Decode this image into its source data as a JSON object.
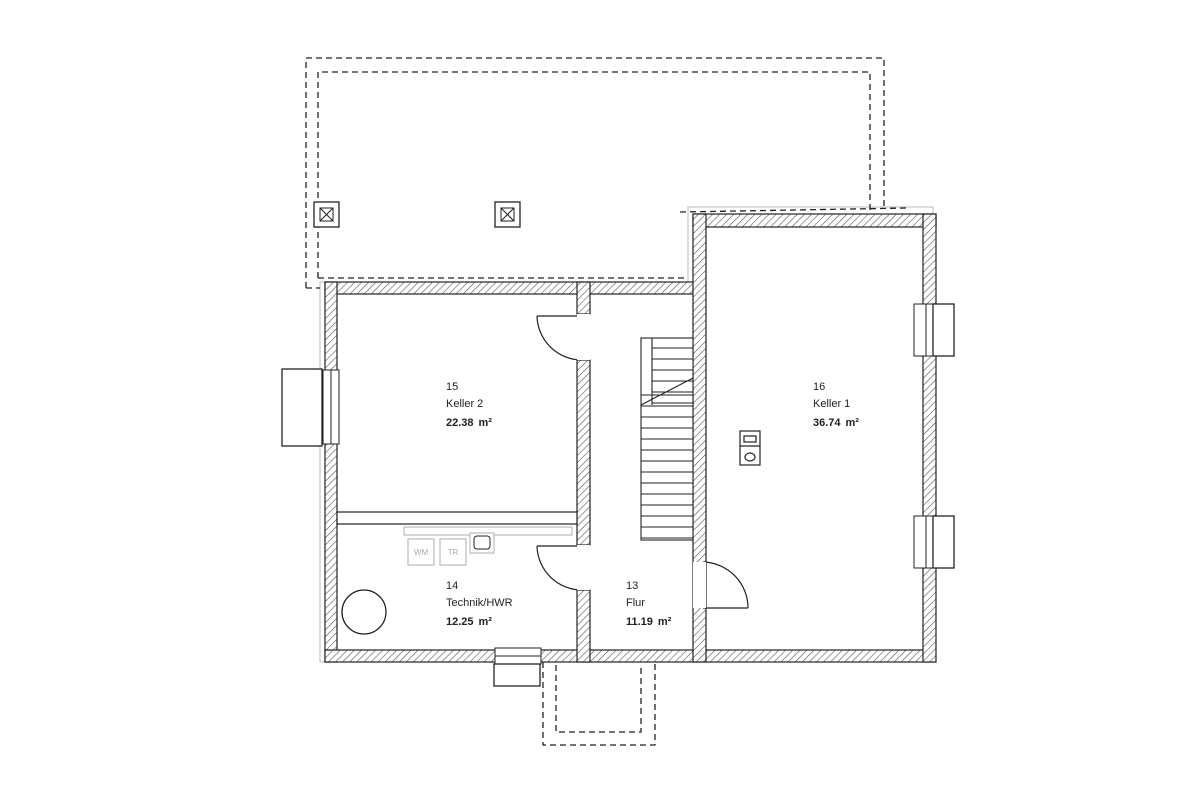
{
  "colors": {
    "wall_line": "#222222",
    "wall_fill": "#ffffff",
    "hatch": "#555555",
    "dashed": "#222222",
    "appliance": "#b5b5b5",
    "background": "#ffffff"
  },
  "rooms": [
    {
      "id": "15",
      "name": "Keller 2",
      "area_value": "22.38",
      "area_unit": "m²"
    },
    {
      "id": "16",
      "name": "Keller 1",
      "area_value": "36.74",
      "area_unit": "m²"
    },
    {
      "id": "14",
      "name": "Technik/HWR",
      "area_value": "12.25",
      "area_unit": "m²"
    },
    {
      "id": "13",
      "name": "Flur",
      "area_value": "11.19",
      "area_unit": "m²"
    }
  ],
  "appliances": {
    "washer": "WM",
    "dryer": "TR"
  },
  "icons": {
    "column": "column-cross-icon",
    "tank": "circular-tank-icon",
    "heater": "boiler-icon",
    "sink": "sink-icon",
    "stairs": "stair-icon",
    "light_well": "light-well-icon",
    "door": "door-swing-icon"
  }
}
